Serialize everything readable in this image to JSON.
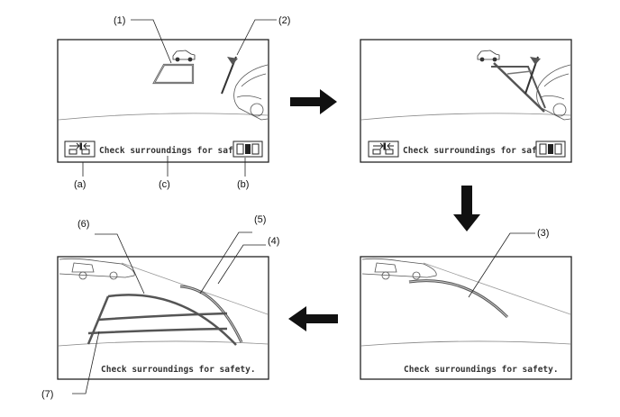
{
  "callouts": {
    "c1": "(1)",
    "c2": "(2)",
    "c3": "(3)",
    "c4": "(4)",
    "c5": "(5)",
    "c6": "(6)",
    "c7": "(7)",
    "ca": "(a)",
    "cb": "(b)",
    "cc": "(c)"
  },
  "screens": {
    "top_left": {
      "message": "Check surroundings for safety."
    },
    "top_right": {
      "message": "Check surroundings for safety."
    },
    "bottom_right": {
      "message": "Check surroundings for safety."
    },
    "bottom_left": {
      "message": "Check surroundings for safety."
    }
  },
  "icons": {
    "parking_mode": "parking-mode-icon",
    "guide_switch": "guide-switch-icon",
    "flow_arrow": "arrow-icon"
  },
  "colors": {
    "frame": "#222222",
    "guide_line": "#666666",
    "arrow": "#111111"
  }
}
